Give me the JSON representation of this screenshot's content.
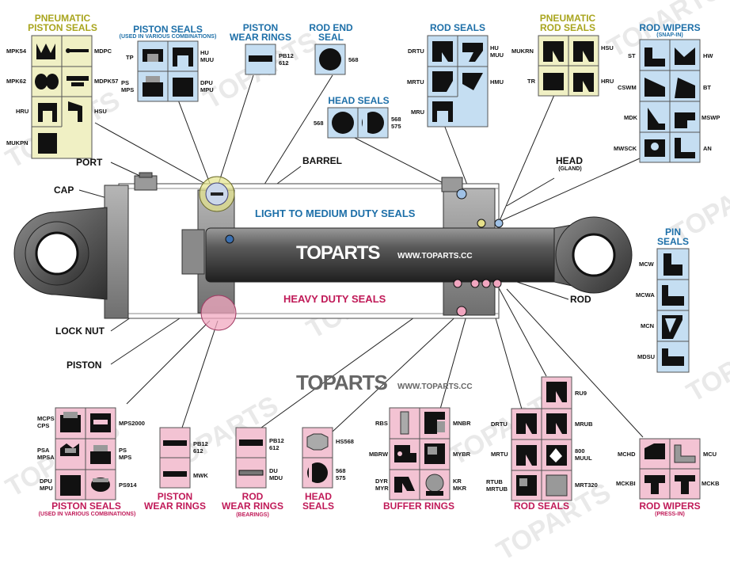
{
  "brand": {
    "logo_text": "TOPARTS",
    "website": "WWW.TOPARTS.CC"
  },
  "colors": {
    "yellow_panel": "#f0f0c4",
    "blue_panel": "#c5def2",
    "pink_panel": "#f3c3d3",
    "yellow_title": "#a9a51e",
    "blue_title": "#1d6fa8",
    "pink_title": "#c01a58"
  },
  "parts": {
    "port": "PORT",
    "cap": "CAP",
    "barrel": "BARREL",
    "head": "HEAD",
    "head_sub": "(GLAND)",
    "rod": "ROD",
    "lock_nut": "LOCK NUT",
    "piston": "PISTON"
  },
  "duty": {
    "light": "LIGHT TO MEDIUM DUTY SEALS",
    "heavy": "HEAVY DUTY SEALS"
  },
  "groups": {
    "pneumatic_piston_seals": {
      "title1": "PNEUMATIC",
      "title2": "PISTON SEALS",
      "codes": [
        "MPK54",
        "MDPC",
        "MPK62",
        "MDPK57",
        "HRU",
        "HSU",
        "MUKPN"
      ]
    },
    "piston_seals_top": {
      "title": "PISTON SEALS",
      "subtitle": "(USED IN VARIOUS COMBINATIONS)",
      "codes": [
        "TP",
        "HU",
        "MUU",
        "PS",
        "MPS",
        "DPU",
        "MPU"
      ]
    },
    "piston_wear_rings_top": {
      "title1": "PISTON",
      "title2": "WEAR RINGS",
      "codes": [
        "PB12",
        "612"
      ]
    },
    "rod_end_seal": {
      "title1": "ROD END",
      "title2": "SEAL",
      "codes": [
        "568"
      ]
    },
    "head_seals_top": {
      "title": "HEAD SEALS",
      "codes": [
        "568",
        "568",
        "575"
      ]
    },
    "rod_seals_top": {
      "title": "ROD SEALS",
      "codes": [
        "DRTU",
        "HU",
        "MUU",
        "MRTU",
        "HMU",
        "MRU"
      ]
    },
    "pneumatic_rod_seals": {
      "title1": "PNEUMATIC",
      "title2": "ROD SEALS",
      "codes": [
        "MUKRN",
        "HSU",
        "TR",
        "HRU"
      ]
    },
    "rod_wipers_top": {
      "title": "ROD WIPERS",
      "subtitle": "(SNAP-IN)",
      "codes": [
        "ST",
        "HW",
        "CSWM",
        "BT",
        "MDK",
        "MSWP",
        "MWSCK",
        "AN"
      ]
    },
    "pin_seals": {
      "title1": "PIN",
      "title2": "SEALS",
      "codes": [
        "MCW",
        "MCWA",
        "MCN",
        "MDSU"
      ]
    },
    "piston_seals_bottom": {
      "title": "PISTON SEALS",
      "subtitle": "(USED IN VARIOUS COMBINATIONS)",
      "codes": [
        "MCPS",
        "CPS",
        "MPS2000",
        "PSA",
        "MPSA",
        "PS",
        "MPS",
        "DPU",
        "MPU",
        "PS914"
      ]
    },
    "piston_wear_rings_bottom": {
      "title1": "PISTON",
      "title2": "WEAR RINGS",
      "codes": [
        "PB12",
        "612",
        "MWK"
      ]
    },
    "rod_wear_rings": {
      "title1": "ROD",
      "title2": "WEAR RINGS",
      "subtitle": "(BEARINGS)",
      "codes": [
        "PB12",
        "612",
        "DU",
        "MDU"
      ]
    },
    "head_seals_bottom": {
      "title1": "HEAD",
      "title2": "SEALS",
      "codes": [
        "HS568",
        "568",
        "575"
      ]
    },
    "buffer_rings": {
      "title": "BUFFER RINGS",
      "codes": [
        "RBS",
        "MNBR",
        "MBRW",
        "MYBR",
        "DYR",
        "MYR",
        "KR",
        "MKR"
      ]
    },
    "rod_seals_bottom": {
      "title": "ROD SEALS",
      "codes": [
        "RU9",
        "DRTU",
        "MRUB",
        "MRTU",
        "800",
        "MUUL",
        "RTUB",
        "MRTUB",
        "MRT320"
      ]
    },
    "rod_wipers_bottom": {
      "title": "ROD WIPERS",
      "subtitle": "(PRESS-IN)",
      "codes": [
        "MCHD",
        "MCU",
        "MCKBI",
        "MCKB"
      ]
    }
  }
}
